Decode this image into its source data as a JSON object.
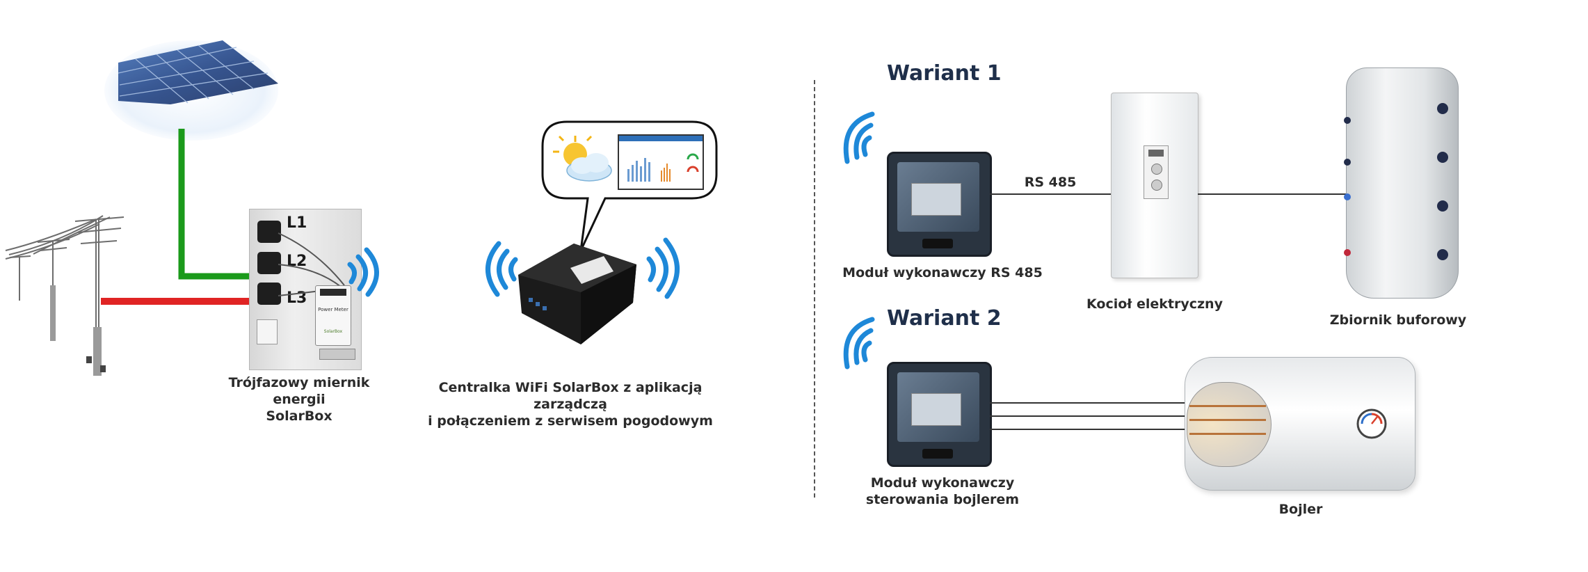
{
  "colors": {
    "wifi": "#1e88d8",
    "solar_line": "#1b9a1b",
    "grid_line": "#e02424",
    "variant_title": "#1f2f4a",
    "label_text": "#2b2b2b",
    "dashed_divider": "#555555"
  },
  "labels": {
    "meter": [
      "Trójfazowy miernik energii",
      "SolarBox"
    ],
    "hub": [
      "Centralka WiFi SolarBox z aplikacją zarządczą",
      "i połączeniem z serwisem pogodowym"
    ],
    "variant1_title": "Wariant 1",
    "variant2_title": "Wariant 2",
    "module_rs485": "Moduł wykonawczy RS 485",
    "rs485_link": "RS 485",
    "boiler_electric": "Kocioł elektryczny",
    "buffer_tank": "Zbiornik buforowy",
    "module_boiler": [
      "Moduł wykonawczy",
      "sterowania bojlerem"
    ],
    "boiler": "Bojler"
  },
  "meter_phases": [
    "L1",
    "L2",
    "L3"
  ],
  "meter_device": {
    "title": "Power Meter",
    "brand": "SolarBox"
  }
}
